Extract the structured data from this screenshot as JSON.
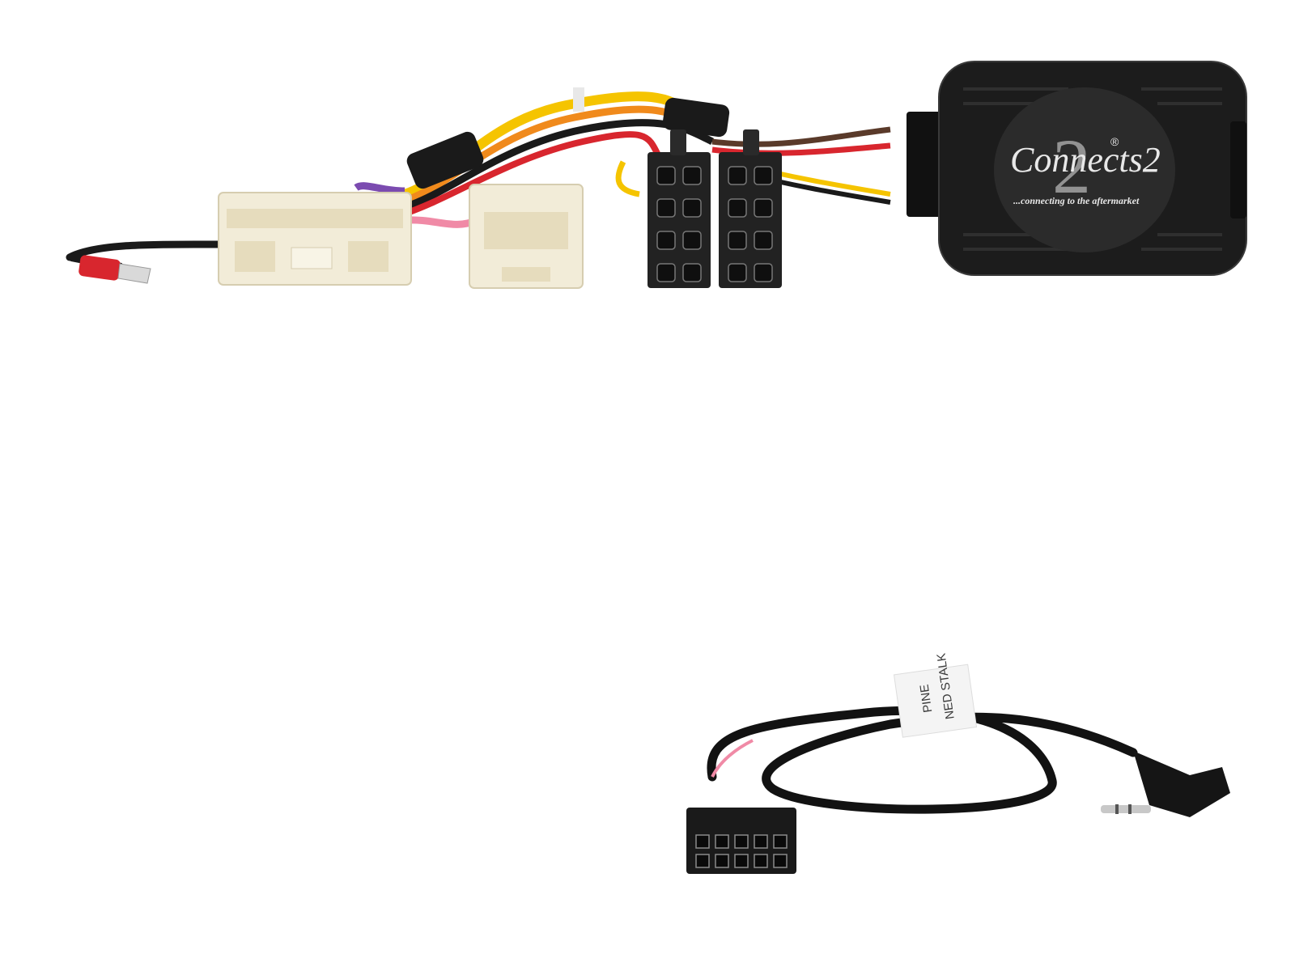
{
  "interface_module": {
    "brand_logo_text": "Connects2",
    "brand_logo_numeral": "2",
    "registered_mark": "®",
    "tagline": "...connecting to the aftermarket"
  },
  "cable_label": {
    "line1": "PINE",
    "line2": "NED STALK"
  },
  "colors": {
    "background": "#ffffff",
    "module_body": "#1c1c1c",
    "connector_black": "#222222",
    "connector_cream": "#f2ecd8",
    "wire_yellow": "#f5c400",
    "wire_red": "#d8262e",
    "wire_pink": "#f08aa6",
    "wire_black": "#1a1a1a",
    "wire_orange": "#f08a1c",
    "wire_purple": "#7b4bb0",
    "wire_blue": "#2f6fd6"
  },
  "icons": [
    "connector-harness-icon",
    "interface-module-icon",
    "patch-lead-icon",
    "jack-plug-icon"
  ]
}
